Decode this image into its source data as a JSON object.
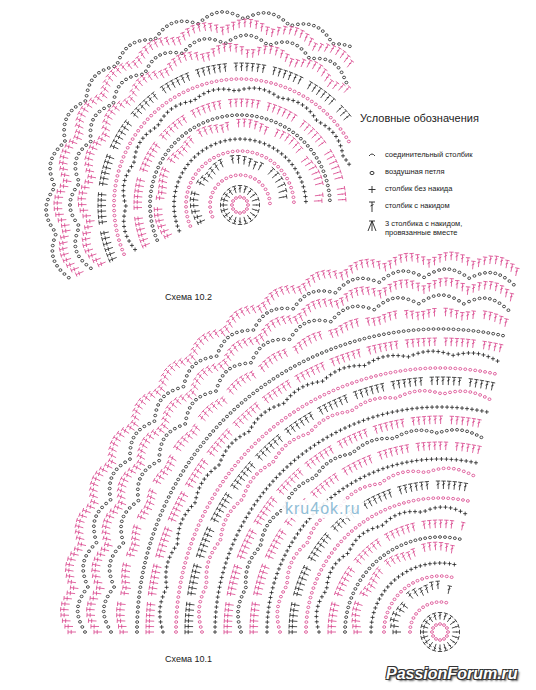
{
  "diagram": {
    "labels": [
      "Схема 10.2",
      "Схема 10.1",
      "Условные обозначения",
      "kru4ok.ru",
      "PassionForum.ru"
    ],
    "legend": [
      {
        "text": "соединительный столбик"
      },
      {
        "text": "воздушная петля"
      },
      {
        "text": "столбик без накида"
      },
      {
        "text": "столбик с накидом"
      },
      {
        "text": "3 столбика с накидом, провязанные вместе"
      }
    ]
  }
}
